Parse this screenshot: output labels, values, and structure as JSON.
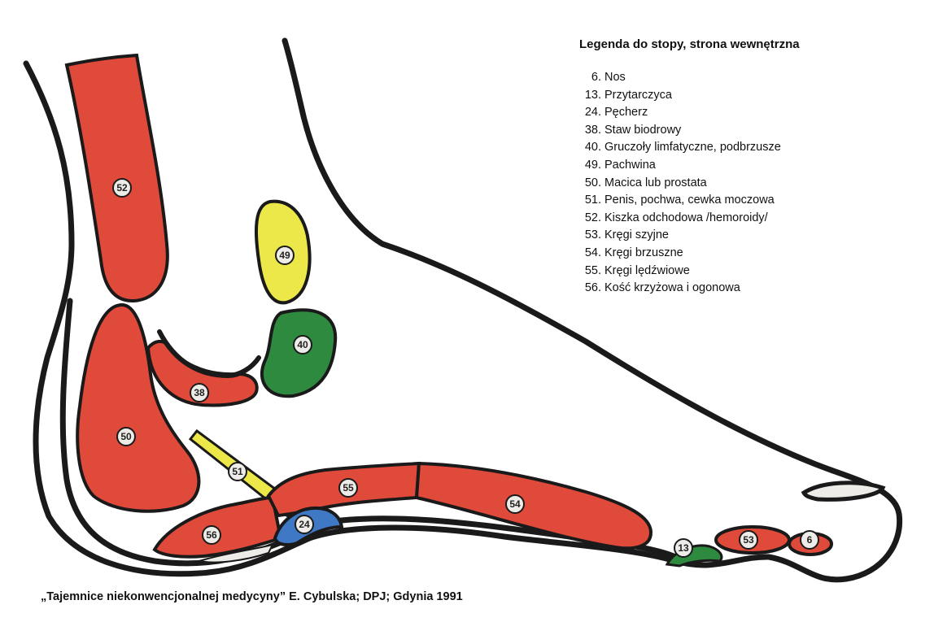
{
  "legend": {
    "title": "Legenda do stopy, strona wewnętrzna",
    "items": [
      {
        "num": "6.",
        "label": "Nos"
      },
      {
        "num": "13.",
        "label": "Przytarczyca"
      },
      {
        "num": "24.",
        "label": "Pęcherz"
      },
      {
        "num": "38.",
        "label": "Staw biodrowy"
      },
      {
        "num": "40.",
        "label": "Gruczoły limfatyczne, podbrzusze"
      },
      {
        "num": "49.",
        "label": "Pachwina"
      },
      {
        "num": "50.",
        "label": "Macica lub prostata"
      },
      {
        "num": "51.",
        "label": "Penis, pochwa, cewka moczowa"
      },
      {
        "num": "52.",
        "label": "Kiszka odchodowa /hemoroidy/"
      },
      {
        "num": "53.",
        "label": "Kręgi szyjne"
      },
      {
        "num": "54.",
        "label": "Kręgi brzuszne"
      },
      {
        "num": "55.",
        "label": "Kręgi lędźwiowe"
      },
      {
        "num": "56.",
        "label": "Kość krzyżowa i ogonowa"
      }
    ]
  },
  "zones": {
    "z52": "52",
    "z49": "49",
    "z40": "40",
    "z38": "38",
    "z50": "50",
    "z51": "51",
    "z55": "55",
    "z54": "54",
    "z24": "24",
    "z56": "56",
    "z13": "13",
    "z53": "53",
    "z6": "6"
  },
  "colors": {
    "red": "#e04a3a",
    "yellow": "#ece84a",
    "green": "#2e8a3e",
    "blue": "#3f78c4",
    "outline": "#1a1a1a"
  },
  "source": "„Tajemnice niekonwencjonalnej medycyny” E. Cybulska; DPJ; Gdynia 1991"
}
